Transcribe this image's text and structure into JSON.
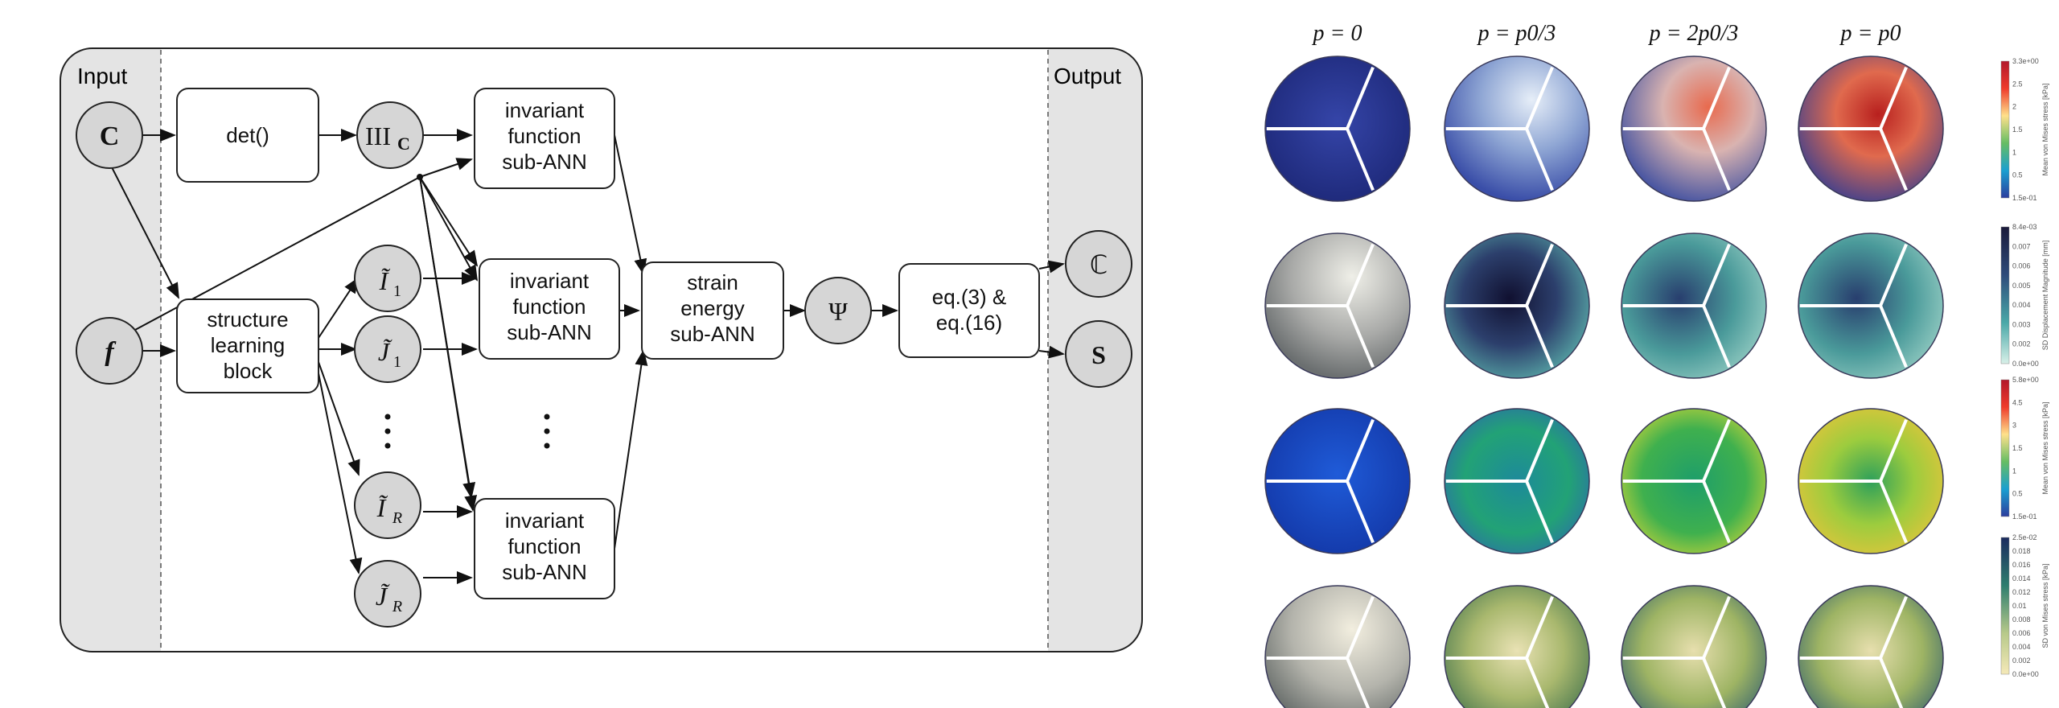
{
  "diagram": {
    "input_label": "Input",
    "output_label": "Output",
    "nodes": {
      "C_in": "C",
      "f_in": "f",
      "det": "det()",
      "III": "III",
      "III_sub": "C",
      "I1": "Ĩ",
      "I1_sub": "1",
      "J1": "J̃",
      "J1_sub": "1",
      "IR": "Ĩ",
      "IR_sub": "R",
      "JR": "J̃",
      "JR_sub": "R",
      "structure": [
        "structure",
        "learning",
        "block"
      ],
      "inv1": [
        "invariant",
        "function",
        "sub-ANN"
      ],
      "inv2": [
        "invariant",
        "function",
        "sub-ANN"
      ],
      "inv3": [
        "invariant",
        "function",
        "sub-ANN"
      ],
      "strain": [
        "strain",
        "energy",
        "sub-ANN"
      ],
      "psi": "Ψ",
      "eq": [
        "eq.(3) &",
        "eq.(16)"
      ],
      "C_out": "ℂ",
      "S_out": "S"
    }
  },
  "heatmaps": {
    "column_headers": [
      "p = 0",
      "p = p0/3",
      "p = 2p0/3",
      "p = p0"
    ],
    "colorbars": [
      {
        "label": "Mean von Mises stress [kPa]",
        "ticks": [
          "3.3e+00",
          "2.5",
          "2",
          "1.5",
          "1",
          "0.5",
          "1.5e-01"
        ]
      },
      {
        "label": "SD Displacement Magnitude [mm]",
        "ticks": [
          "8.4e-03",
          "0.007",
          "0.006",
          "0.005",
          "0.004",
          "0.003",
          "0.002",
          "0.0e+00"
        ]
      },
      {
        "label": "Mean von Mises stress [kPa]",
        "ticks": [
          "5.8e+00",
          "4.5",
          "3",
          "1.5",
          "1",
          "0.5",
          "1.5e-01"
        ]
      },
      {
        "label": "SD von Mises stress [kPa]",
        "ticks": [
          "2.5e-02",
          "0.018",
          "0.016",
          "0.014",
          "0.012",
          "0.01",
          "0.008",
          "0.006",
          "0.004",
          "0.002",
          "0.0e+00"
        ]
      }
    ]
  }
}
